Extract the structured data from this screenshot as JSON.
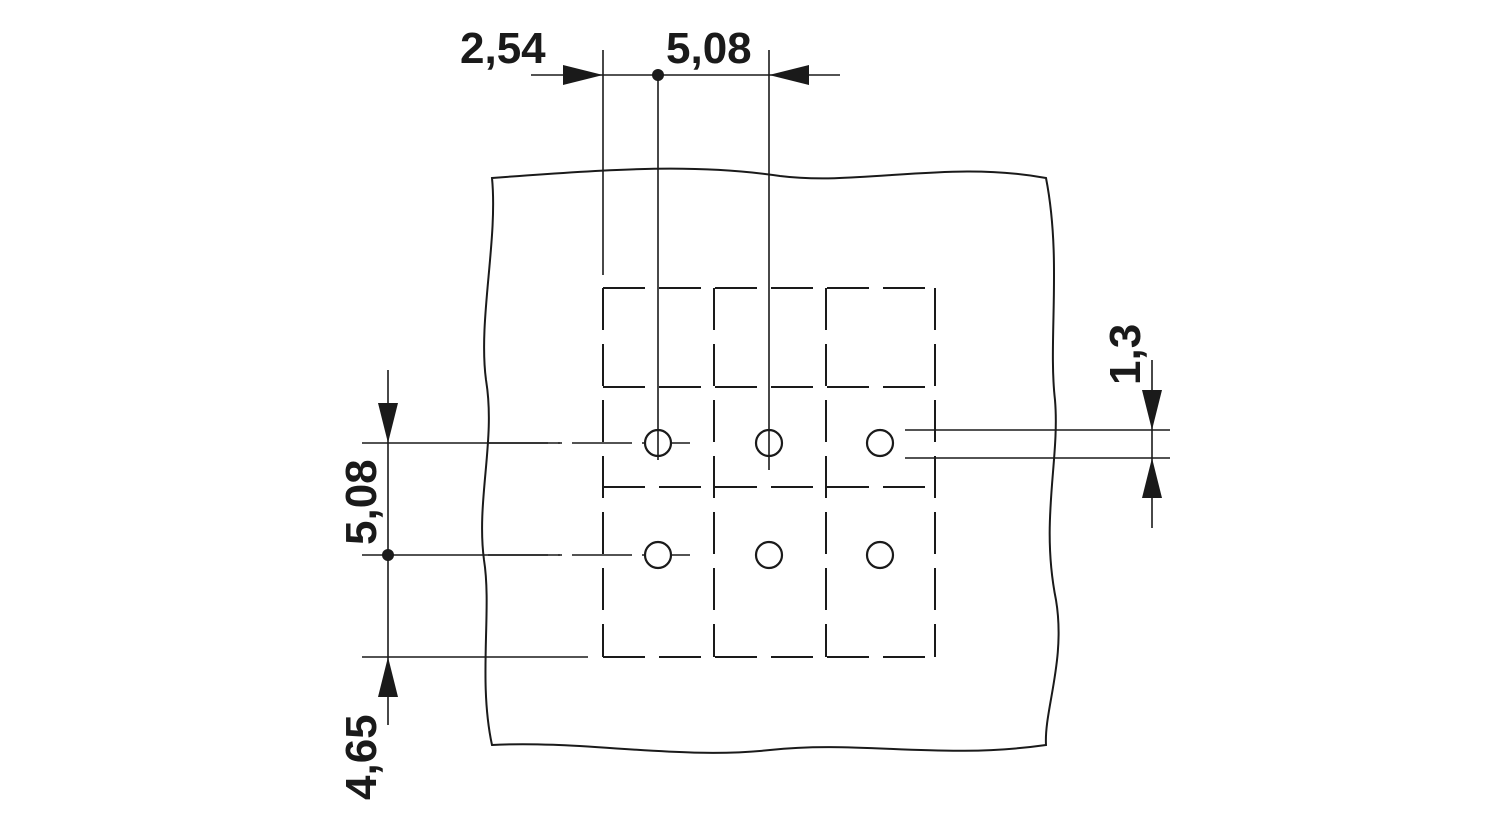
{
  "drawing": {
    "type": "pcb-hole-pattern",
    "grid": {
      "rows": 2,
      "columns": 3
    },
    "dimensions": {
      "top_offset": "2,54",
      "top_pitch": "5,08",
      "left_pitch": "5,08",
      "left_bottom": "4,65",
      "right_hole": "1,3"
    }
  }
}
